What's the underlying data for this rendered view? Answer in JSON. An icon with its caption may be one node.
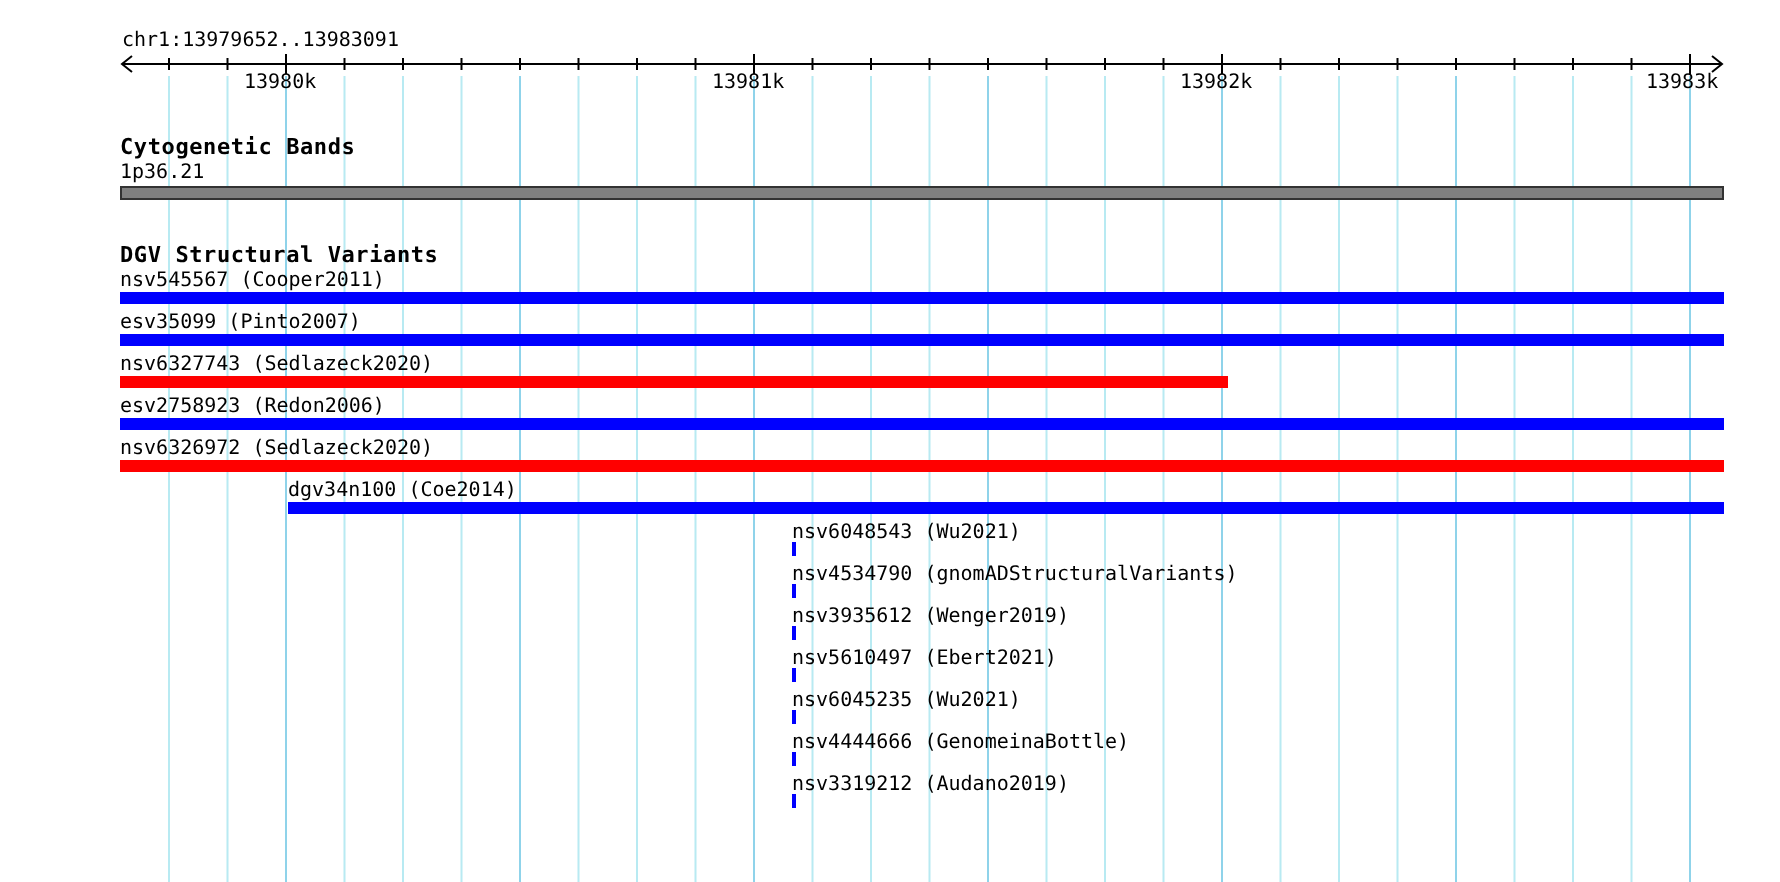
{
  "diagram": {
    "title": "chr1:13979652..13983091",
    "nodes": [
      {
        "text": [
          "1p36.21"
        ]
      },
      {
        "text": [
          "nsv545567 (Cooper2011)"
        ]
      },
      {
        "text": [
          "esv35099 (Pinto2007)"
        ]
      },
      {
        "text": [
          "nsv6327743 (Sedlazeck2020)"
        ]
      },
      {
        "text": [
          "esv2758923 (Redon2006)"
        ]
      },
      {
        "text": [
          "nsv6326972 (Sedlazeck2020)"
        ]
      },
      {
        "text": [
          "dgv34n100 (Coe2014)"
        ]
      },
      {
        "text": [
          "nsv6048543 (Wu2021)"
        ]
      },
      {
        "text": [
          "nsv4534790 (gnomADStructuralVariants)"
        ]
      },
      {
        "text": [
          "nsv3935612 (Wenger2019)"
        ]
      },
      {
        "text": [
          "nsv5610497 (Ebert2021)"
        ]
      },
      {
        "text": [
          "nsv6045235 (Wu2021)"
        ]
      },
      {
        "text": [
          "nsv4444666 (GenomeinaBottle)"
        ]
      },
      {
        "text": [
          "nsv3319212 (Audano2019)"
        ]
      }
    ],
    "edges": [],
    "labels": [
      "13980k",
      "13981k",
      "13982k",
      "13983k",
      "Cytogenetic Bands",
      "DGV Structural Variants"
    ]
  }
}
